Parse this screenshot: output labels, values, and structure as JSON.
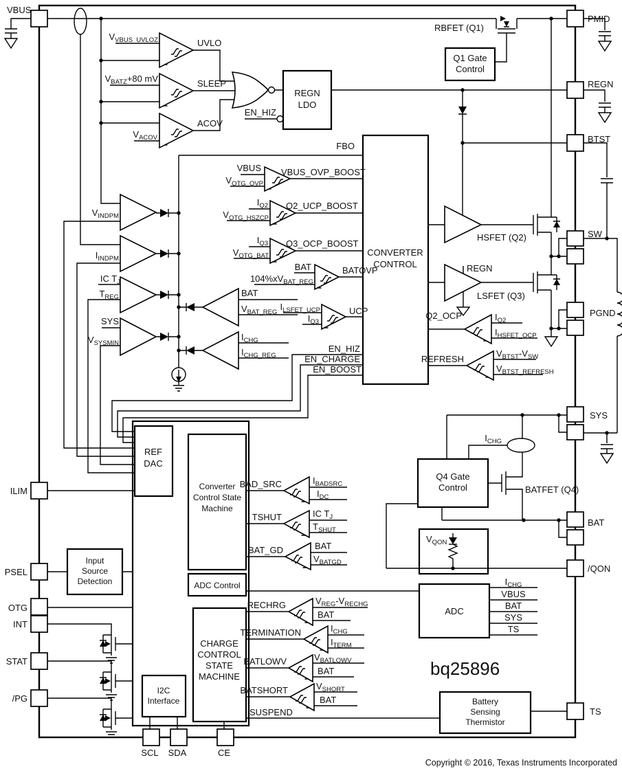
{
  "title": "bq25896",
  "copyright": "Copyright © 2016, Texas Instruments Incorporated",
  "pins": {
    "vbus": "VBUS",
    "ilim": "ILIM",
    "psel": "PSEL",
    "otg": "OTG",
    "int": "INT",
    "stat": "STAT",
    "pg": "/PG",
    "pmid": "PMID",
    "regn": "REGN",
    "btst": "BTST",
    "sw": "SW",
    "pgnd": "PGND",
    "sys": "SYS",
    "bat": "BAT",
    "qon": "/QON",
    "ts": "TS",
    "scl": "SCL",
    "sda": "SDA",
    "ce": "CE"
  },
  "blocks": {
    "regn_ldo": [
      "REGN",
      "LDO"
    ],
    "q1_gate": [
      "Q1 Gate",
      "Control"
    ],
    "converter_control": [
      "CONVERTER",
      "CONTROL"
    ],
    "ref_dac": [
      "REF",
      "DAC"
    ],
    "conv_csm": [
      "Converter",
      "Control State",
      "Machine"
    ],
    "adc_control": "ADC Control",
    "charge_csm": [
      "CHARGE",
      "CONTROL",
      "STATE",
      "MACHINE"
    ],
    "i2c": [
      "I2C",
      "Interface"
    ],
    "input_source_detection": [
      "Input",
      "Source",
      "Detection"
    ],
    "q4_gate": [
      "Q4 Gate",
      "Control"
    ],
    "adc": "ADC",
    "thermistor": [
      "Battery",
      "Sensing",
      "Thermistor"
    ]
  },
  "comparators": {
    "uvlo": {
      "ref": "V~VBUS_UVLOZ~",
      "out": "UVLO"
    },
    "sleep": {
      "ref": "V~BATZ~+80 mV",
      "out": "SLEEP"
    },
    "acov": {
      "ref": "V~ACOV~",
      "out": "ACOV"
    },
    "vbus_ovp": {
      "p": "VBUS",
      "n": "V~OTG_OVP~",
      "out": "VBUS_OVP_BOOST"
    },
    "q2_ucp": {
      "p": "I~Q2~",
      "n": "V~OTG_HSZCP~",
      "out": "Q2_UCP_BOOST"
    },
    "q3_ocp": {
      "p": "I~Q3~",
      "n": "V~OTG_BAT~",
      "out": "Q3_OCP_BOOST"
    },
    "batovp": {
      "p": "BAT",
      "n": "104%xV~BAT_REG~",
      "out": "BATOVP"
    },
    "ucp": {
      "p": "I~LSFET_UCP~",
      "n": "I~Q3~",
      "out": "UCP"
    },
    "q2_ocp": {
      "p": "I~Q2~",
      "n": "I~HSFET_OCP~",
      "out": "Q2_OCP"
    },
    "refresh": {
      "p": "V~BTST~-V~SW~",
      "n": "V~BTST_REFRESH~",
      "out": "REFRESH"
    },
    "bad_src": {
      "p": "I~BADSRC~",
      "n": "I~DC~",
      "out": "BAD_SRC"
    },
    "tshut": {
      "p": "IC T~J~",
      "n": "T~SHUT~",
      "out": "TSHUT"
    },
    "bat_gd": {
      "p": "BAT",
      "n": "V~BATGD~",
      "out": "BAT_GD"
    },
    "rechrg": {
      "p": "V~REG~-V~RECHG~",
      "n": "BAT",
      "out": "RECHRG"
    },
    "termination": {
      "p": "I~CHG~",
      "n": "I~TERM~",
      "out": "TERMINATION"
    },
    "batlowv": {
      "p": "V~BATLOWV~",
      "n": "BAT",
      "out": "BATLOWV"
    },
    "batshort": {
      "p": "V~SHORT~",
      "n": "BAT",
      "out": "BATSHORT"
    }
  },
  "loop_amps": {
    "vindpm": "V~INDPM~",
    "iindpm": "I~INDPM~",
    "ic_tj": "IC T~J~",
    "treg": "T~REG~",
    "sys": "SYS",
    "vsysmin": "V~SYSMIN~",
    "bat_amp": {
      "p": "BAT",
      "n": "V~BAT_REG~"
    },
    "ichg_amp": {
      "p": "I~CHG~",
      "n": "I~CHG_REG~"
    }
  },
  "signals": {
    "en_hiz": "EN_HIZ",
    "en_charge": "EN_CHARGE",
    "en_boost": "EN_BOOST",
    "fbo": "FBO",
    "suspend": "SUSPEND",
    "regn": "REGN",
    "ichg_sense": "I~CHG~",
    "vqon": "V~QON~"
  },
  "fets": {
    "rbfet": "RBFET (Q1)",
    "hsfet": "HSFET (Q2)",
    "lsfet": "LSFET (Q3)",
    "batfet": "BATFET (Q4)"
  },
  "adc_channels": [
    "I~CHG~",
    "VBUS",
    "BAT",
    "SYS",
    "TS"
  ]
}
